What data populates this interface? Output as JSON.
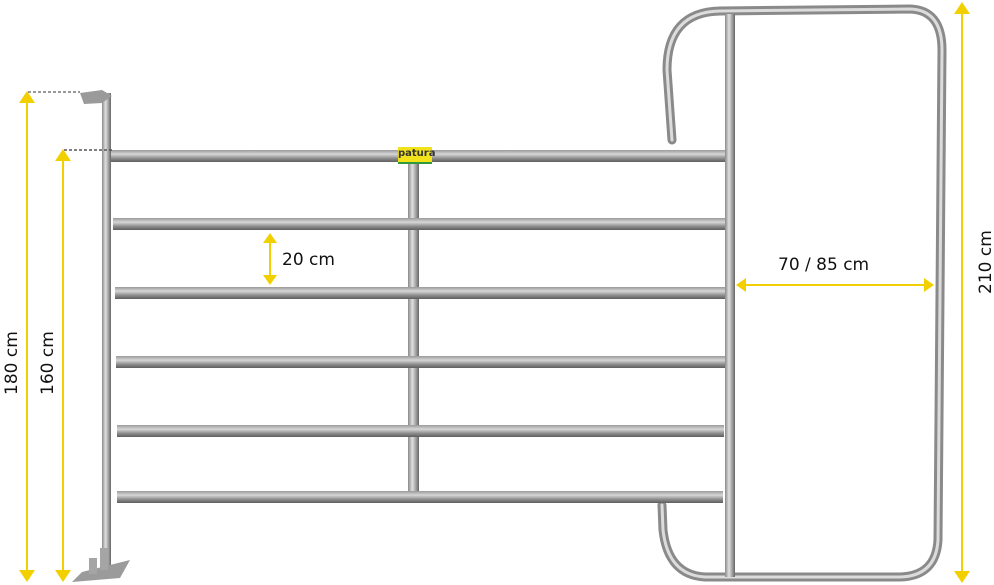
{
  "diagram": {
    "subject": "Livestock fence panel with walk-through gate",
    "brand_tag": "patura",
    "colors": {
      "dimension_line": "#f2d000",
      "pipe_light": "#c8c8c8",
      "pipe_dark": "#7a7a7a",
      "brand_yellow": "#f2e21a",
      "brand_green": "#2e9a3a"
    },
    "dimensions": {
      "total_height": "180 cm",
      "panel_height": "160 cm",
      "rail_spacing": "20 cm",
      "gate_width": "70 / 85 cm",
      "gate_height": "210 cm"
    },
    "rail_count": 6
  }
}
